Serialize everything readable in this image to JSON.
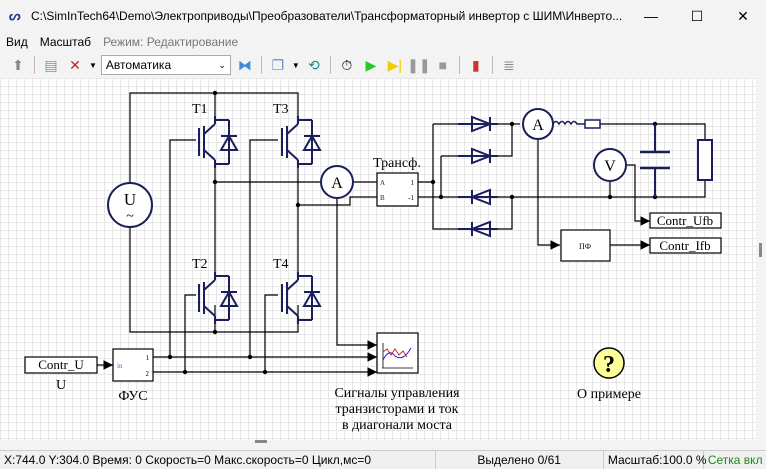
{
  "window": {
    "title": "C:\\SimInTech64\\Demo\\Электроприводы\\Преобразователи\\Трансформаторный инвертор с ШИМ\\Инверто...",
    "minimize": "—",
    "maximize": "☐",
    "close": "✕"
  },
  "menu": {
    "items": [
      "Вид",
      "Масштаб"
    ],
    "mode_label": "Режим:",
    "mode_value": "Редактирование"
  },
  "toolbar": {
    "solver_select": "Автоматика",
    "icons": [
      "up-arrow-icon",
      "script-icon",
      "tools-icon",
      "sync-icon",
      "layers-icon",
      "refresh-icon",
      "stopwatch-icon",
      "play-icon",
      "step-icon",
      "pause-icon",
      "stop-icon",
      "chart-icon",
      "database-edit-icon"
    ]
  },
  "diagram": {
    "t1": "T1",
    "t2": "T2",
    "t3": "T3",
    "t4": "T4",
    "source_label": "U",
    "source_sym": "~",
    "ammeter": "A",
    "voltmeter": "V",
    "transformer": {
      "title": "Трансф.",
      "in_a": "A",
      "in_b": "B",
      "out_1": "1",
      "out_2": "-1"
    },
    "filter": "ПФ",
    "out_ufb": "Contr_Ufb",
    "out_ifb": "Contr_Ifb",
    "in_u": "Contr_U",
    "in_u_caption": "U",
    "fus": {
      "title": "ФУС",
      "in": "in",
      "out_1": "1",
      "out_2": "2"
    },
    "scope_caption": [
      "Сигналы управления",
      "транзисторами и ток",
      "в диагонали моста"
    ],
    "help_symbol": "?",
    "help_caption": "О примере"
  },
  "status": {
    "coords": "X:744.0  Y:304.0 Время: 0 Скорость=0 Макс.скорость=0 Цикл,мс=0",
    "selected": "Выделено 0/61",
    "scale": "Масштаб:100.0 %",
    "grid": "Сетка вкл"
  },
  "colors": {
    "wire": "#000000",
    "element": "#1a1f5c",
    "help_fill": "#ffff99",
    "grid_status": "#1a8a1a"
  }
}
